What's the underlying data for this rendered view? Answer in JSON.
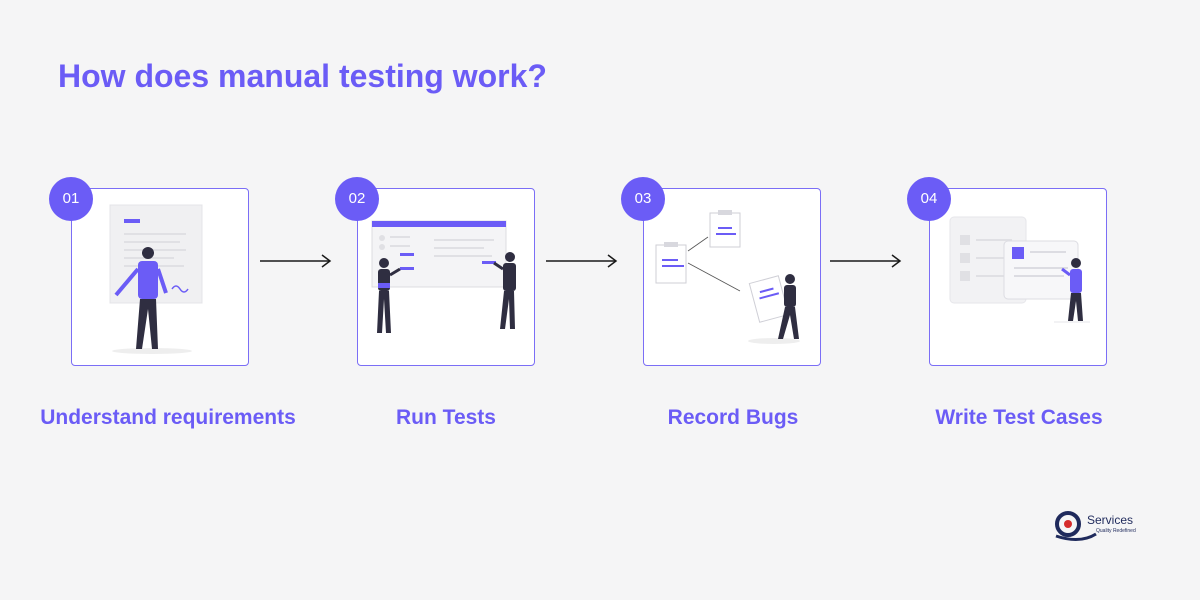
{
  "title": "How does manual testing work?",
  "steps": [
    {
      "number": "01",
      "label": "Understand requirements"
    },
    {
      "number": "02",
      "label": "Run Tests"
    },
    {
      "number": "03",
      "label": "Record Bugs"
    },
    {
      "number": "04",
      "label": "Write Test Cases"
    }
  ],
  "logo": {
    "name": "Services",
    "tagline": "Quality Redefined"
  },
  "colors": {
    "accent": "#6b5cf6",
    "dark": "#2f2e41",
    "background": "#f5f5f6"
  }
}
